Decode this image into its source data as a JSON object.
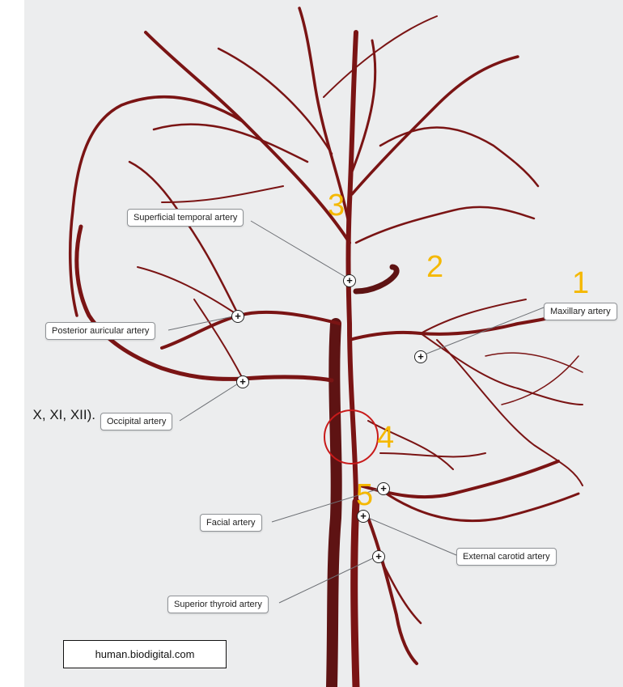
{
  "clipped_text": "X, XI, XII).",
  "labels": {
    "superficial_temporal": "Superficial temporal artery",
    "posterior_auricular": "Posterior auricular artery",
    "occipital": "Occipital artery",
    "maxillary": "Maxillary artery",
    "facial": "Facial artery",
    "external_carotid": "External carotid artery",
    "superior_thyroid": "Superior thyroid artery"
  },
  "numbers": [
    "1",
    "2",
    "3",
    "4",
    "5"
  ],
  "marker_symbol": "+",
  "credit": "human.biodigital.com",
  "colors": {
    "artery": "#7a1414",
    "number": "#f5b800",
    "circle": "#c81a1a",
    "background": "#ecedee"
  }
}
